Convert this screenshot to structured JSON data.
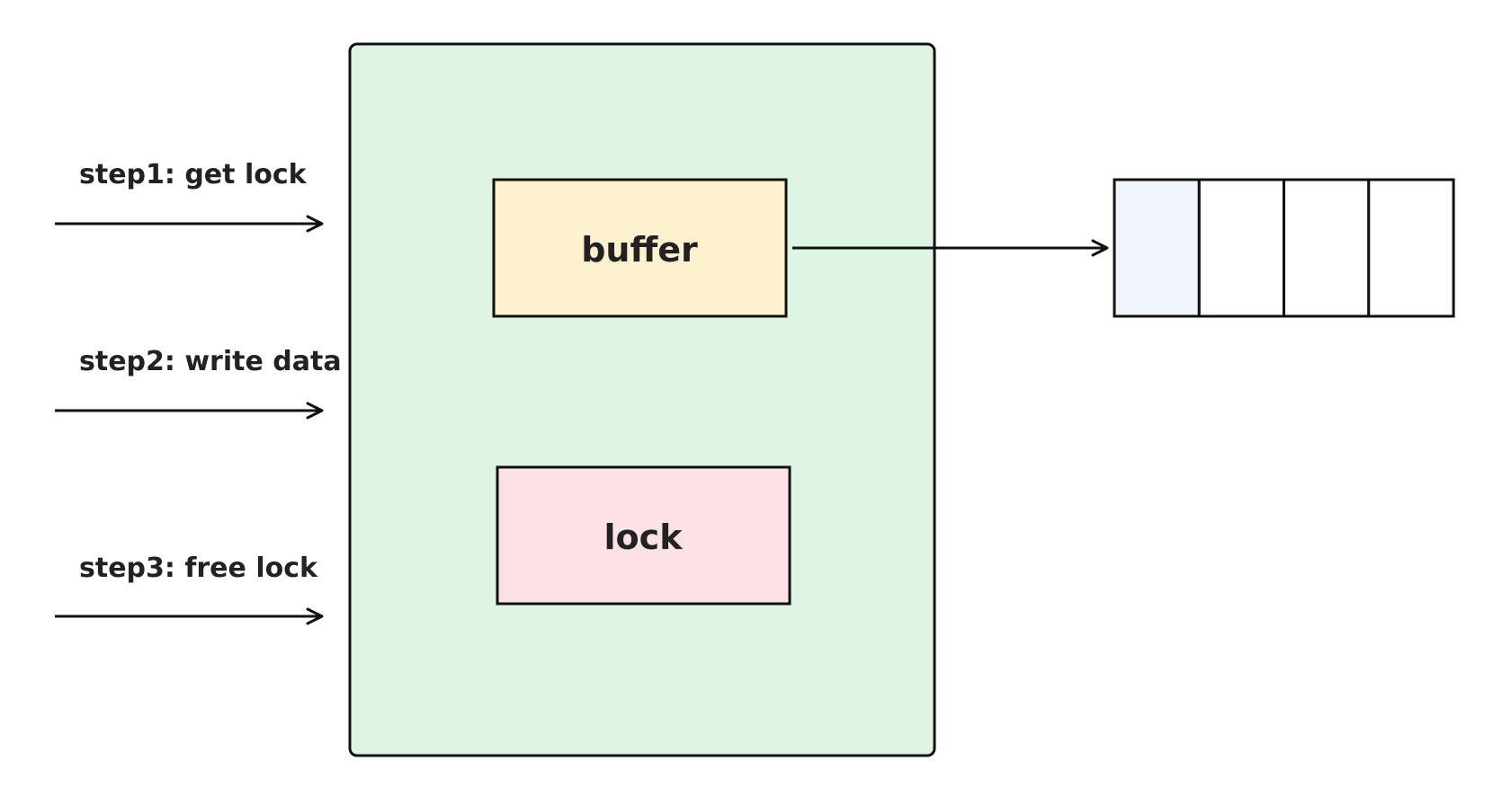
{
  "steps": [
    {
      "label": "step1: get lock"
    },
    {
      "label": "step2: write data"
    },
    {
      "label": "step3: free lock"
    }
  ],
  "container": {
    "buffer_label": "buffer",
    "lock_label": "lock"
  },
  "queue": {
    "cell_count": 4,
    "highlighted_cell": 0
  },
  "colors": {
    "container_fill": "#dff5e4",
    "buffer_fill": "#fdf1cf",
    "lock_fill": "#fde2e5",
    "queue_highlight_fill": "#eff4fd",
    "queue_fill": "#ffffff",
    "stroke": "#111111",
    "text": "#222222"
  }
}
